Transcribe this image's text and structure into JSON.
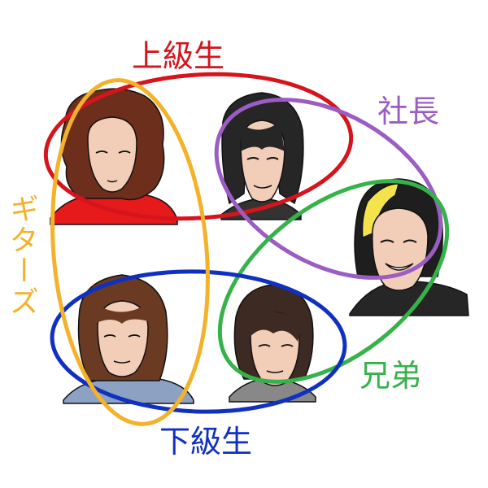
{
  "labels": {
    "upper": "上級生",
    "lower": "下級生",
    "president": "社長",
    "brothers": "兄弟",
    "guitar": "ギターズ"
  },
  "colors": {
    "upper": "#d6141c",
    "lower": "#1030c0",
    "president": "#9b5cc4",
    "brothers": "#36b24a",
    "guitar": "#f3b22a"
  }
}
